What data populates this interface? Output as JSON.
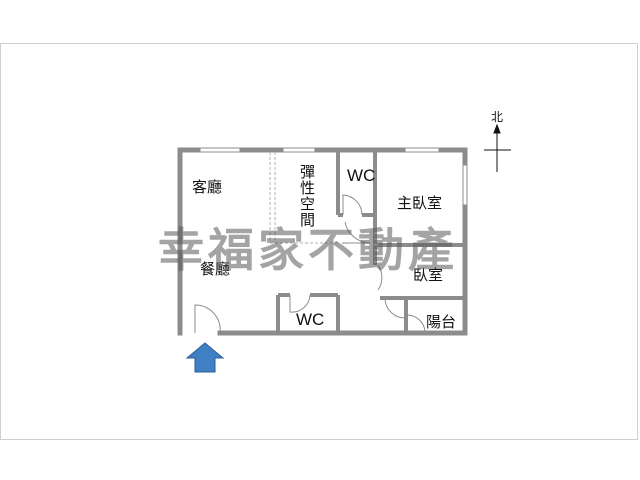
{
  "rooms": {
    "living": "客廳",
    "dining": "餐廳",
    "flex": "彈性空間",
    "wc_top": "WC",
    "wc_bottom": "WC",
    "master_bedroom": "主臥室",
    "bedroom": "臥室",
    "balcony": "陽台"
  },
  "compass": {
    "north": "北"
  },
  "watermark": "幸福家不動產",
  "colors": {
    "wall": "#8c8c8c",
    "entrance_arrow": "#3f7fc4",
    "watermark": "#5a5a5a"
  },
  "icons": {
    "entrance": "entrance-arrow-icon",
    "compass": "north-compass-icon"
  }
}
